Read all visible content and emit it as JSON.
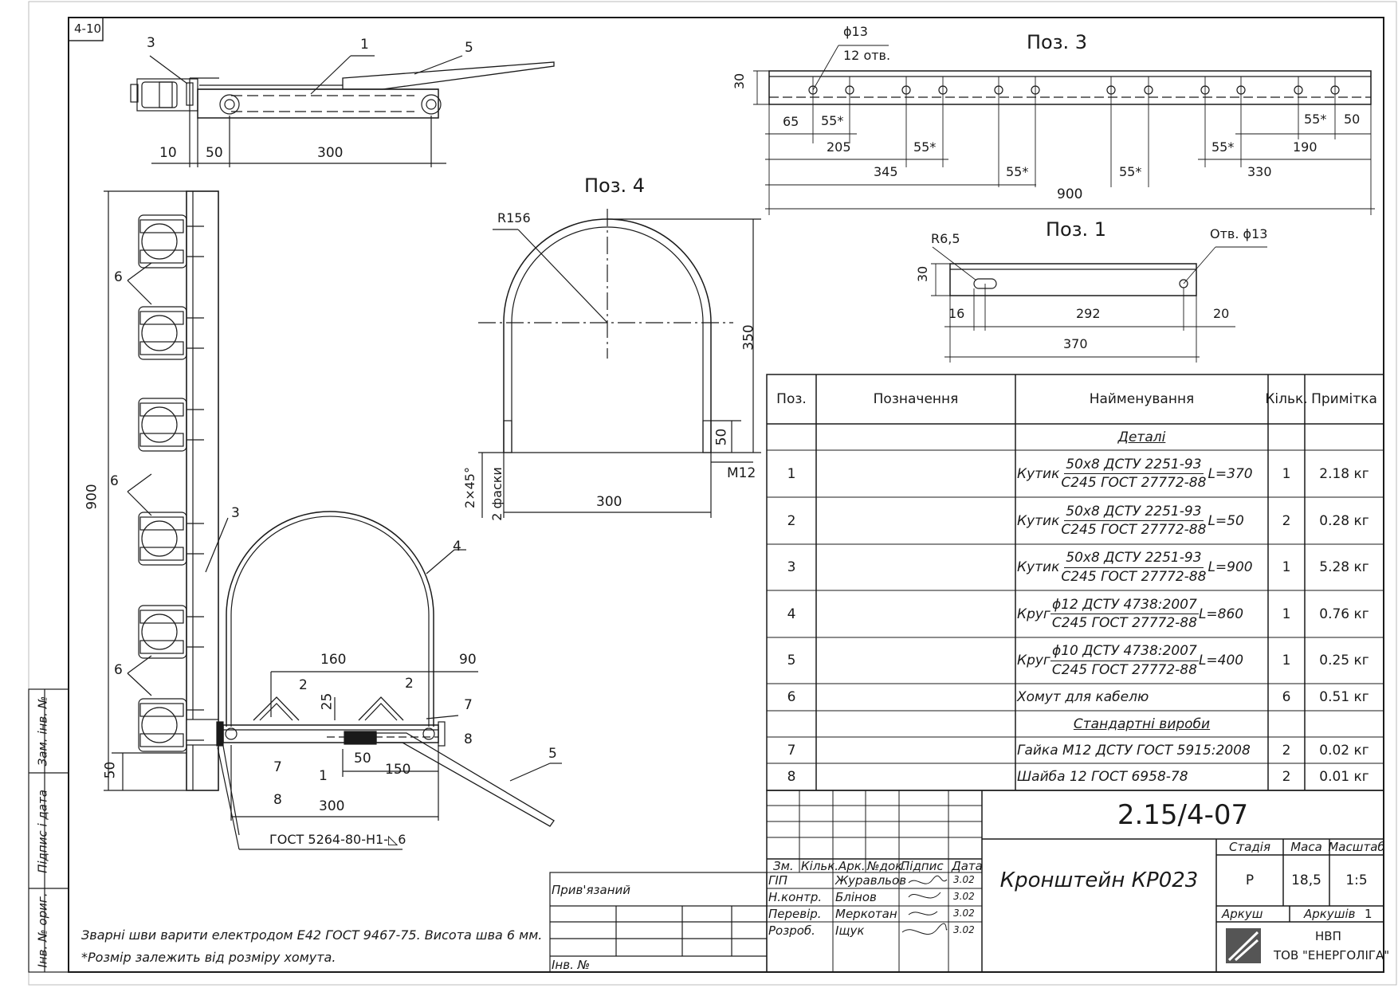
{
  "sheet": {
    "id": "4-10"
  },
  "views": {
    "pos3": {
      "title": "Поз. 3",
      "hole_dia": "ϕ13",
      "hole_count": "12 отв.",
      "h": "30",
      "d": [
        "65",
        "55*",
        "205",
        "55*",
        "345",
        "55*",
        "55*",
        "55*",
        "330",
        "190",
        "55*",
        "50",
        "900"
      ]
    },
    "pos1": {
      "title": "Поз. 1",
      "radius": "R6,5",
      "hole": "Отв. ϕ13",
      "h": "30",
      "d": [
        "16",
        "292",
        "20",
        "370"
      ]
    },
    "pos4": {
      "title": "Поз. 4",
      "radius": "R156",
      "height": "350",
      "thread_len": "50",
      "thread": "M12",
      "width": "300",
      "chamfer": "2×45°",
      "chamfer_note": "2 фаски"
    },
    "top": {
      "leaders": [
        "3",
        "1",
        "5"
      ],
      "d": [
        "10",
        "50",
        "300"
      ]
    },
    "side": {
      "height": "900",
      "bottom": "50",
      "leaders": [
        "6",
        "6",
        "3",
        "6"
      ]
    },
    "front": {
      "leaders": [
        "4",
        "2",
        "2",
        "7",
        "8",
        "7",
        "8",
        "1",
        "5"
      ],
      "d": [
        "160",
        "90",
        "25",
        "50",
        "150",
        "300"
      ],
      "weld": "ГОСТ 5264-80-Н1-◺6"
    }
  },
  "spec": {
    "headers": [
      "Поз.",
      "Позначення",
      "Найменування",
      "Кільк.",
      "Примітка"
    ],
    "section_parts": "Деталі",
    "section_std": "Стандартні вироби",
    "rows": [
      {
        "pos": "1",
        "kind": "Кутик",
        "num": "50x8 ДСТУ 2251-93",
        "den": "С245 ГОСТ 27772-88",
        "len": "L=370",
        "qty": "1",
        "note": "2.18 кг"
      },
      {
        "pos": "2",
        "kind": "Кутик",
        "num": "50x8 ДСТУ 2251-93",
        "den": "С245 ГОСТ 27772-88",
        "len": "L=50",
        "qty": "2",
        "note": "0.28 кг"
      },
      {
        "pos": "3",
        "kind": "Кутик",
        "num": "50x8 ДСТУ 2251-93",
        "den": "С245 ГОСТ 27772-88",
        "len": "L=900",
        "qty": "1",
        "note": "5.28 кг"
      },
      {
        "pos": "4",
        "kind": "Круг",
        "num": "ϕ12 ДСТУ 4738:2007",
        "den": "С245 ГОСТ 27772-88",
        "len": "L=860",
        "qty": "1",
        "note": "0.76 кг"
      },
      {
        "pos": "5",
        "kind": "Круг",
        "num": "ϕ10 ДСТУ 4738:2007",
        "den": "С245 ГОСТ 27772-88",
        "len": "L=400",
        "qty": "1",
        "note": "0.25 кг"
      }
    ],
    "row6": {
      "pos": "6",
      "name": "Хомут для кабелю",
      "qty": "6",
      "note": "0.51 кг"
    },
    "std_rows": [
      {
        "pos": "7",
        "name": "Гайка М12 ДСТУ ГОСТ 5915:2008",
        "qty": "2",
        "note": "0.02 кг"
      },
      {
        "pos": "8",
        "name": "Шайба 12 ГОСТ 6958-78",
        "qty": "2",
        "note": "0.01 кг"
      }
    ]
  },
  "title_block": {
    "code": "2.15/4-07",
    "name": "Кронштейн КР023",
    "cols": [
      "Зм.",
      "Кільк.",
      "Арк.",
      "№док.",
      "Підпис",
      "Дата"
    ],
    "roles": [
      "ГІП",
      "Н.контр.",
      "Перевір.",
      "Розроб."
    ],
    "people": [
      "Журавльов",
      "Блінов",
      "Меркотан",
      "Іщук"
    ],
    "stage_h": "Стадія",
    "mass_h": "Маса",
    "scale_h": "Масштаб",
    "stage": "Р",
    "mass": "18,5",
    "scale": "1:5",
    "sheet_h": "Аркуш",
    "sheets_h": "Аркушів",
    "sheets": "1",
    "org1": "НВП",
    "org2": "ТОВ \"ЕНЕРГОЛІГА\"",
    "dates": [
      "3.02",
      "3.02",
      "3.02",
      "3.02"
    ]
  },
  "side_stamp": {
    "inv_orig": "Інв. № ориг.",
    "sign_date": "Підпис і дата",
    "zam_inv": "Зам. інв. №"
  },
  "bound": {
    "label": "Прив'язаний",
    "inv": "Інв. №"
  },
  "notes": [
    "Зварні шви варити електродом Е42 ГОСТ 9467-75. Висота шва 6 мм.",
    "*Розмір залежить від розміру хомута."
  ]
}
